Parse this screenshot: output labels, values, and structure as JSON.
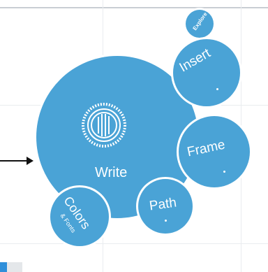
{
  "canvas": {
    "background": "#ffffff",
    "bubble_color": "#4aa3d6",
    "accent_tab_color": "#2f8fda"
  },
  "menu": {
    "main": {
      "label": "Write",
      "icon": "spiral-stripes-icon"
    },
    "tiny": {
      "label": "Explore"
    },
    "insert": {
      "label": "Insert"
    },
    "frame": {
      "label": "Frame"
    },
    "path": {
      "label": "Path"
    },
    "colors": {
      "label": "Colors",
      "sub_label": "& Fonts"
    }
  },
  "pointer": {
    "icon": "arrow-right-icon"
  }
}
